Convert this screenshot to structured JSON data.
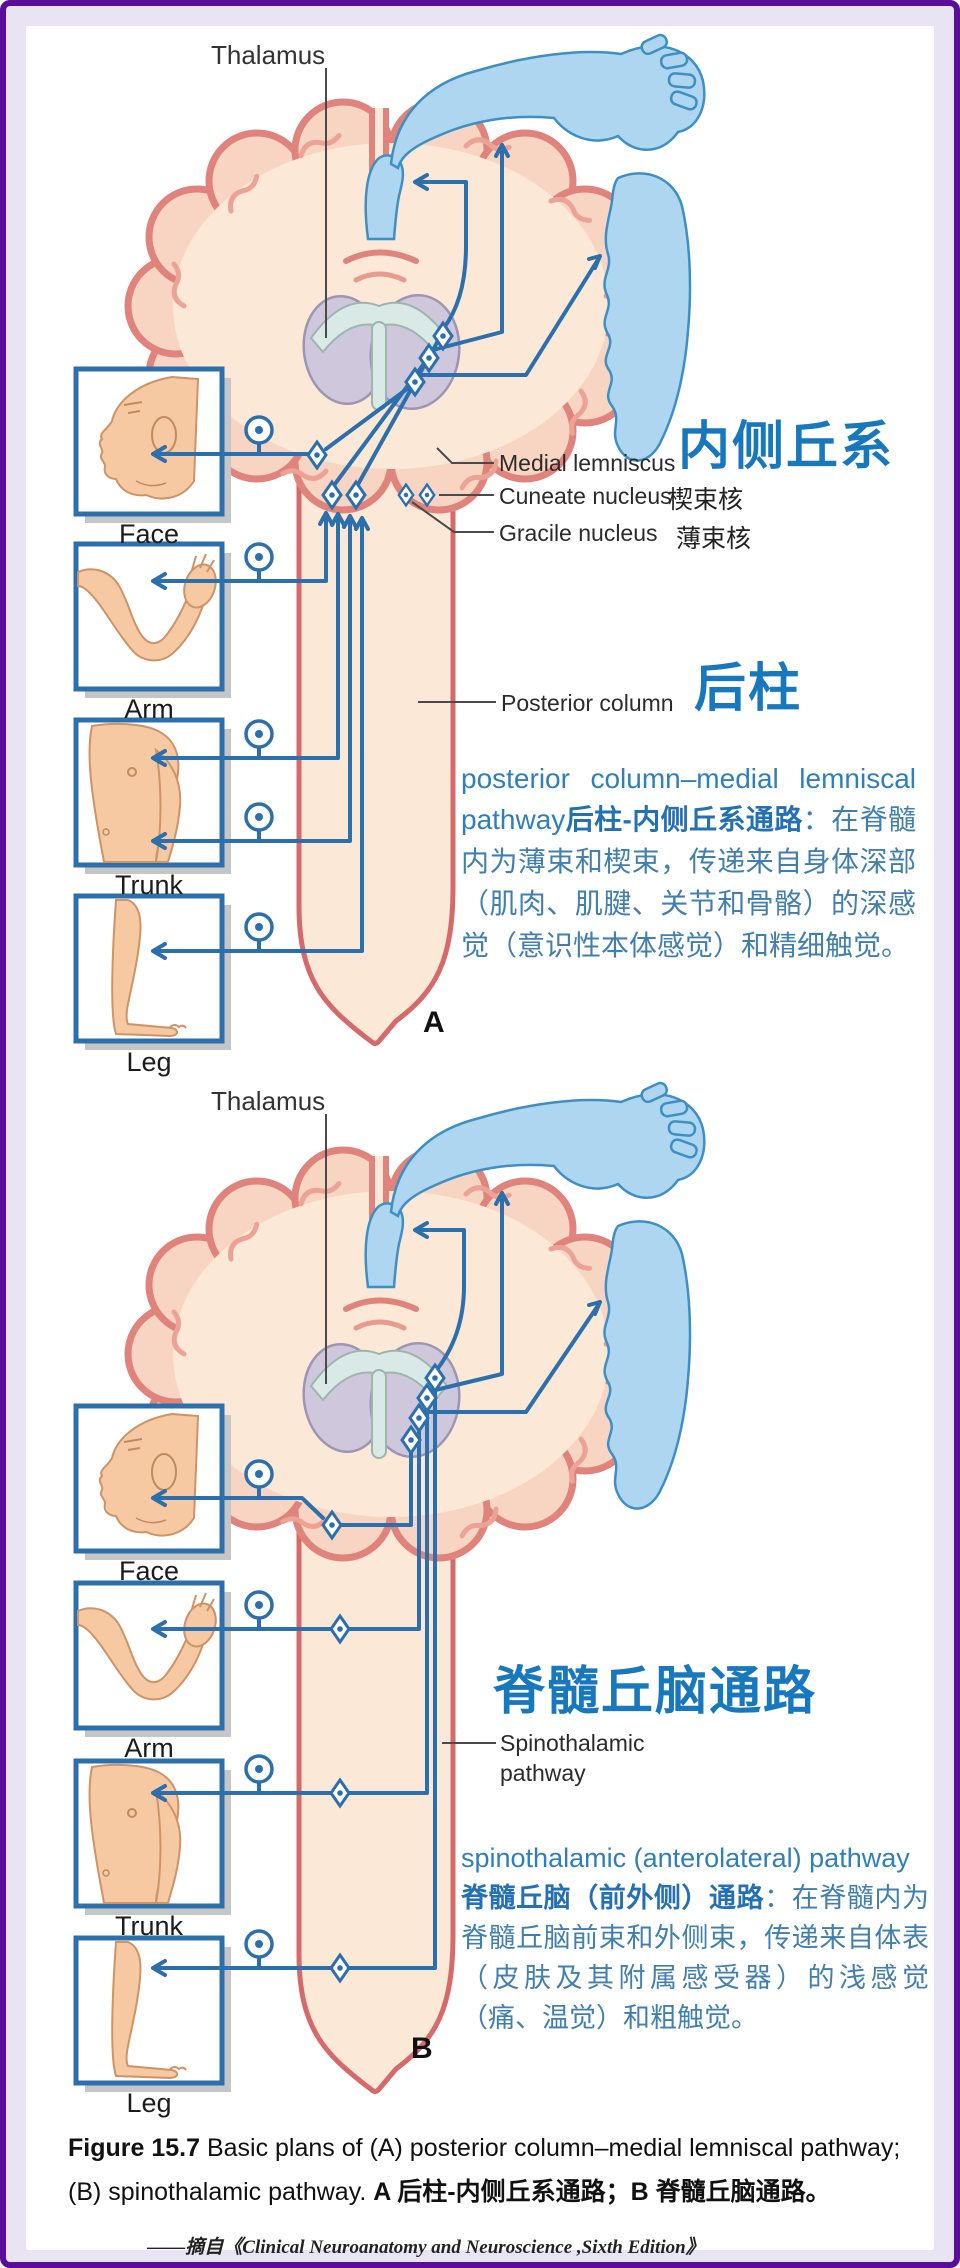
{
  "colors": {
    "frame_border": "#5A0D9B",
    "frame_mat": "#E9E4F4",
    "heading_blue": "#1878BE",
    "pathway_blue": "#2C6FAD",
    "brain_outline": "#E0837C",
    "brain_fill": "#FBE8D6",
    "cortex_fill": "#F8D5C2",
    "cord_outline": "#D66A6A",
    "skin": "#F6C9A2",
    "thalamus_fill": "#CFC8DC",
    "ventricle_fill": "#D9EAE6",
    "homunculus_fill": "#AED6F0",
    "homunculus_outline": "#3E8FC4"
  },
  "panel_a": {
    "letter": "A",
    "thalamus_label": "Thalamus",
    "heading_cn": "内侧丘系",
    "labels": {
      "medial_lemniscus": "Medial lemniscus",
      "cuneate_nucleus": "Cuneate nucleus",
      "cuneate_nucleus_cn": "楔束核",
      "gracile_nucleus": "Gracile nucleus",
      "gracile_nucleus_cn": "薄束核",
      "posterior_column": "Posterior column",
      "posterior_column_cn": "后柱"
    },
    "body_parts": {
      "face": "Face",
      "arm": "Arm",
      "trunk": "Trunk",
      "leg": "Leg"
    },
    "description": {
      "en": "posterior column–medial lemniscal pathway",
      "cn_bold": "后柱-内侧丘系通路",
      "cn_text": "：在脊髓内为薄束和楔束，传递来自身体深部（肌肉、肌腱、关节和骨骼）的深感觉（意识性本体感觉）和精细触觉。"
    }
  },
  "panel_b": {
    "letter": "B",
    "thalamus_label": "Thalamus",
    "heading_cn": "脊髓丘脑通路",
    "labels": {
      "spinothalamic_line1": "Spinothalamic",
      "spinothalamic_line2": "pathway"
    },
    "body_parts": {
      "face": "Face",
      "arm": "Arm",
      "trunk": "Trunk",
      "leg": "Leg"
    },
    "description": {
      "en": "spinothalamic (anterolateral) pathway",
      "cn_bold": "脊髓丘脑（前外侧）通路",
      "cn_text": "：在脊髓内为脊髓丘脑前束和外侧束，传递来自体表（皮肤及其附属感受器）的浅感觉（痛、温觉）和粗触觉。"
    }
  },
  "caption": {
    "figure_label": "Figure 15.7",
    "text_en": " Basic plans of (A) posterior column–medial lemniscal pathway; (B) spinothalamic pathway. ",
    "text_cn": "A 后柱-内侧丘系通路；B 脊髓丘脑通路。"
  },
  "citation": "——摘自《Clinical Neuroanatomy and Neuroscience ,Sixth Edition》"
}
